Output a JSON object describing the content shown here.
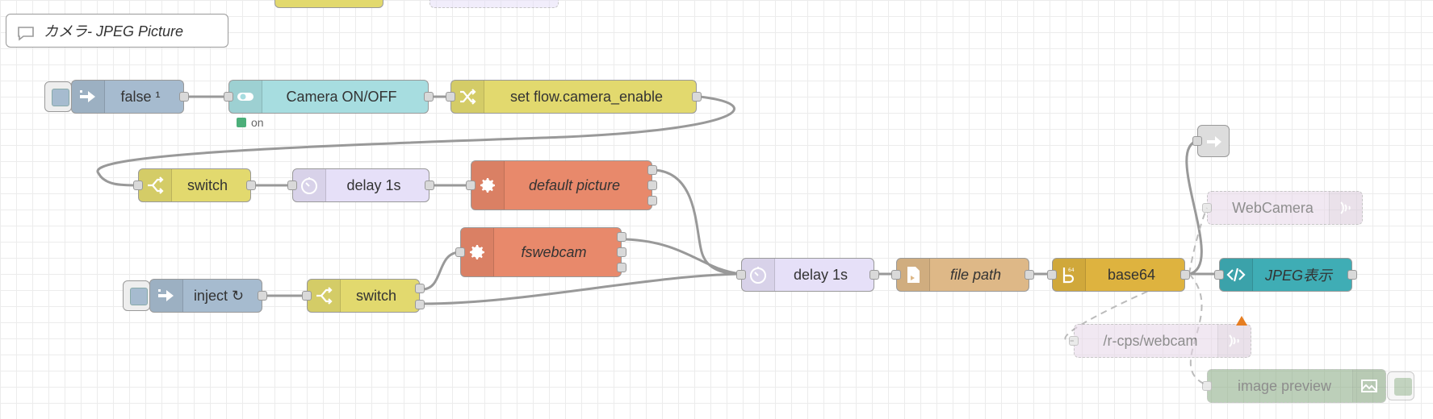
{
  "colors": {
    "inject": "#a6bbcf",
    "switch": "#e2d96e",
    "change": "#e2d96e",
    "delay": "#e6e0f8",
    "exec": "#e8896b",
    "file_path": "#deb887",
    "base64": "#deb33f",
    "template": "#3fadb5",
    "ui_switch": "#a7dde0",
    "websocket": "#e7d7e8",
    "image_preview": "#87a980",
    "wire": "#999999",
    "status_on": "#4caf7a",
    "warning": "#e67e22"
  },
  "comment": {
    "label": "カメラ- JPEG Picture",
    "icon": "comment-icon"
  },
  "nodes": {
    "inject_false": {
      "label": "false ¹",
      "icon": "arrow-in-icon"
    },
    "camera_switch": {
      "label": "Camera ON/OFF",
      "icon": "toggle-icon",
      "status": "on"
    },
    "set_flow": {
      "label": "set flow.camera_enable",
      "icon": "shuffle-icon"
    },
    "switch_top": {
      "label": "switch",
      "icon": "switch-icon"
    },
    "delay_top": {
      "label": "delay 1s",
      "icon": "timer-icon"
    },
    "default_picture": {
      "label": "default picture",
      "icon": "gear-icon"
    },
    "fswebcam": {
      "label": "fswebcam",
      "icon": "gear-icon"
    },
    "inject_bottom": {
      "label": "inject ↻",
      "icon": "arrow-in-icon"
    },
    "switch_bottom": {
      "label": "switch",
      "icon": "switch-icon"
    },
    "delay_mid": {
      "label": "delay 1s",
      "icon": "timer-icon"
    },
    "file_path": {
      "label": "file path",
      "icon": "file-icon"
    },
    "base64": {
      "label": "base64",
      "icon": "base64-icon"
    },
    "jpeg_display": {
      "label": "JPEG表示",
      "icon": "code-icon"
    },
    "link_out": {
      "label": "",
      "icon": "link-out-icon"
    },
    "webcamera_ws": {
      "label": "WebCamera",
      "icon": "websocket-icon"
    },
    "rcps_ws": {
      "label": "/r-cps/webcam",
      "icon": "websocket-icon"
    },
    "image_preview": {
      "label": "image preview",
      "icon": "image-icon"
    }
  }
}
